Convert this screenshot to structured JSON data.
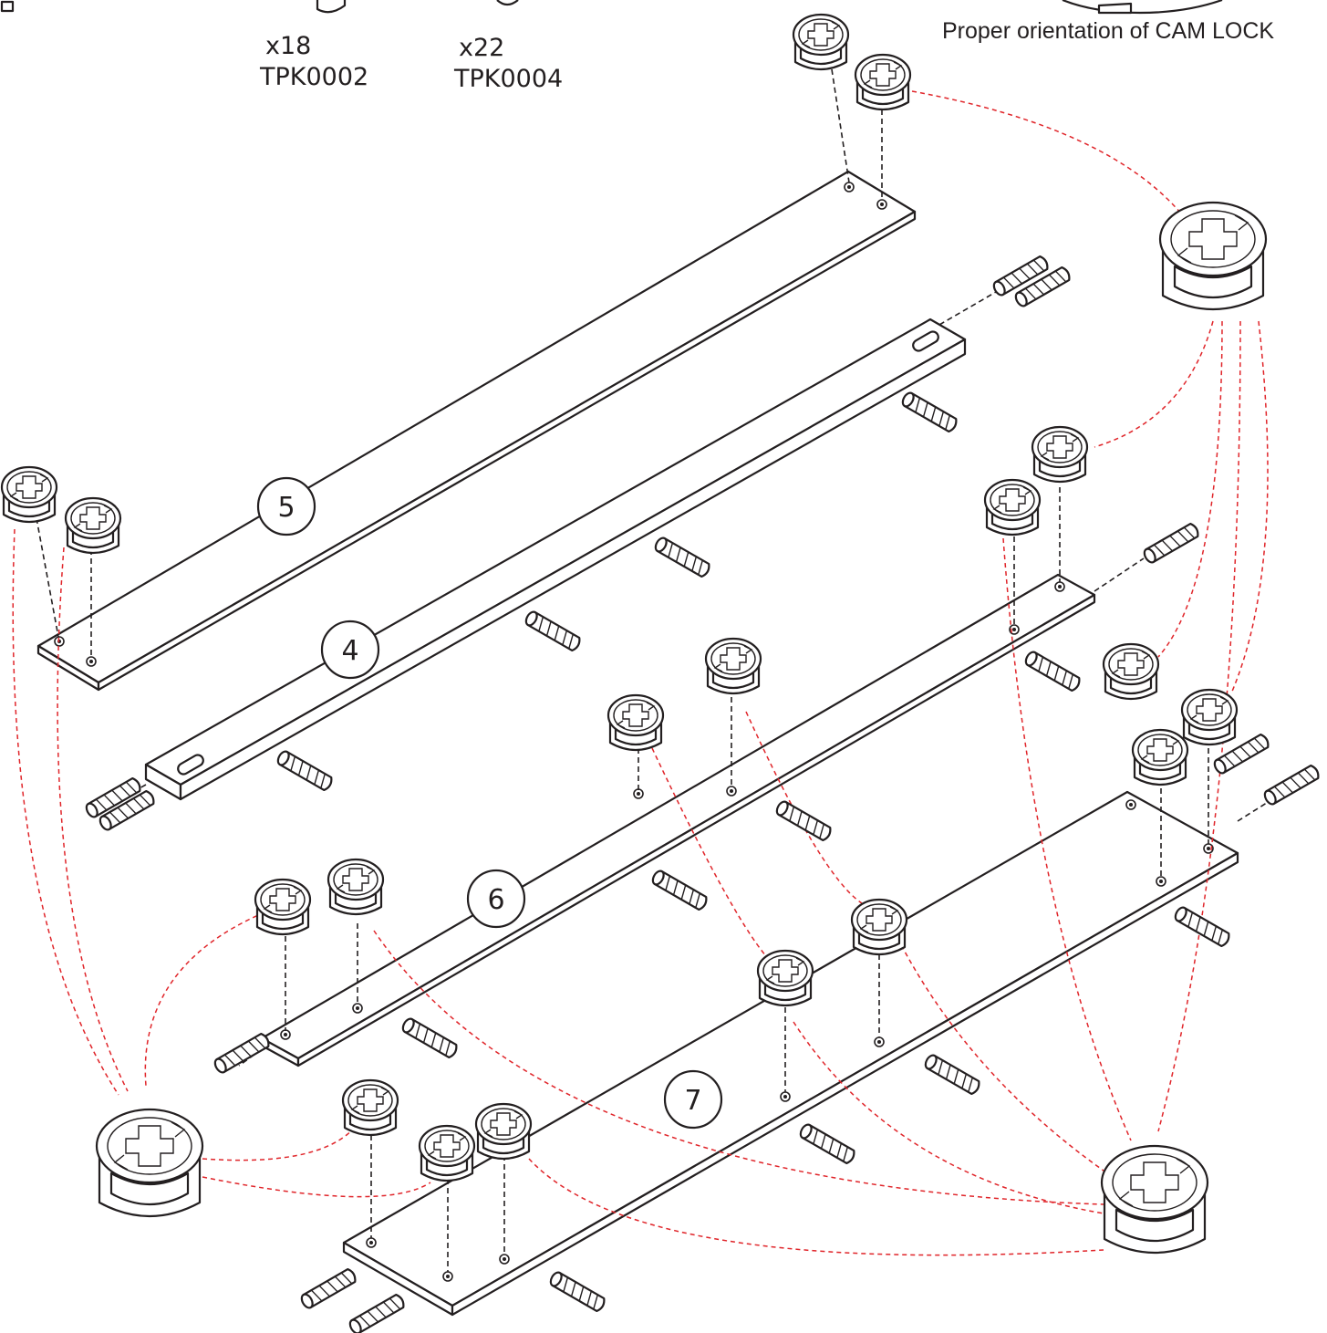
{
  "hardware": [
    {
      "qty": "x18",
      "code": "TPK0002"
    },
    {
      "qty": "x22",
      "code": "TPK0004"
    }
  ],
  "orientation_note": "Proper orientation of CAM LOCK",
  "parts": [
    "5",
    "4",
    "6",
    "7"
  ],
  "colors": {
    "ink": "#231f20",
    "guide_red": "#e0252a",
    "background": "#ffffff"
  },
  "icons": [
    "cam-lock-icon",
    "wooden-dowel-icon"
  ]
}
